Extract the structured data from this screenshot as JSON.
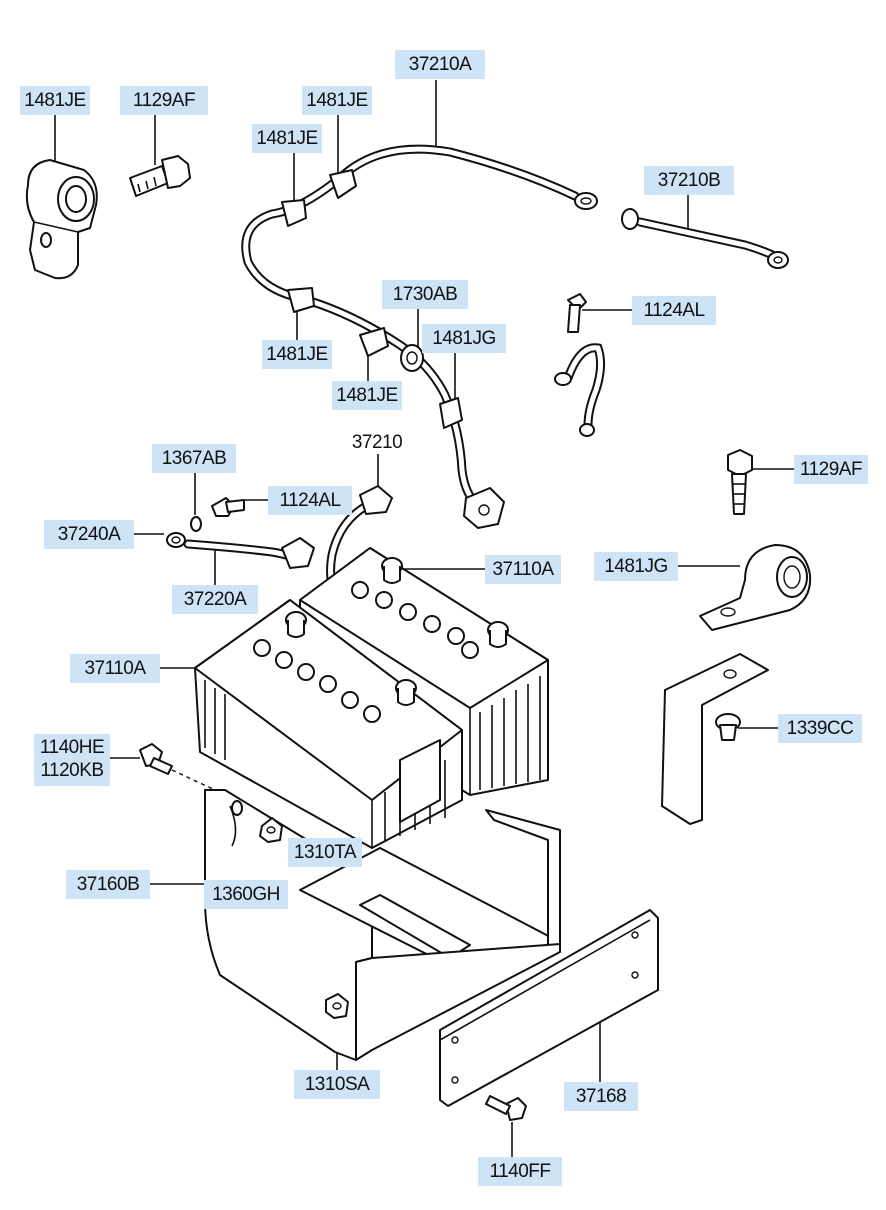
{
  "diagram": {
    "colors": {
      "label_bg": "#cfe3f7",
      "ink": "#111111",
      "paper": "#ffffff"
    },
    "labels": {
      "l1481JE_a": "1481JE",
      "l1129AF_a": "1129AF",
      "l37210A": "37210A",
      "l1481JE_b": "1481JE",
      "l1481JE_c": "1481JE",
      "l37210B": "37210B",
      "l1730AB": "1730AB",
      "l1124AL_a": "1124AL",
      "l1481JG_a": "1481JG",
      "l1481JE_d": "1481JE",
      "l1481JE_e": "1481JE",
      "l37210": "37210",
      "l1367AB": "1367AB",
      "l1129AF_b": "1129AF",
      "l1124AL_b": "1124AL",
      "l37240A": "37240A",
      "l37110A_a": "37110A",
      "l1481JG_b": "1481JG",
      "l37220A": "37220A",
      "l37110A_b": "37110A",
      "l1339CC": "1339CC",
      "l1140HE": "1140HE",
      "l1120KB": "1120KB",
      "l1310TA": "1310TA",
      "l37160B": "37160B",
      "l1360GH": "1360GH",
      "l1310SA": "1310SA",
      "l37168": "37168",
      "l1140FF": "1140FF"
    }
  }
}
